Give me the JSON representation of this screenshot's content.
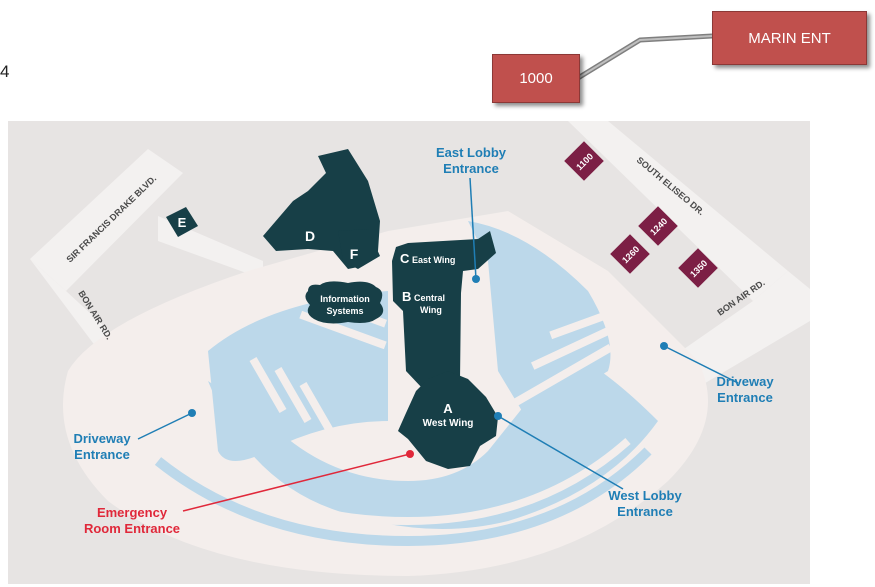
{
  "page_number": "4",
  "callouts": {
    "marin_ent": "MARIN ENT",
    "building_1000": "1000"
  },
  "colors": {
    "callout": "#c0504d",
    "building_dark": "#173f47",
    "building_offsite": "#7c1f45",
    "parking_blue": "#bcd8ea",
    "road_light": "#f3f1f0",
    "background": "#e7e4e3",
    "label_blue": "#1f7eb5",
    "label_red": "#e0283a"
  },
  "map": {
    "roads": {
      "sir_francis_drake": "SIR FRANCIS DRAKE BLVD.",
      "bon_air_left": "BON AIR RD.",
      "bon_air_right": "BON AIR RD.",
      "south_eliseo": "SOUTH ELISEO DR."
    },
    "buildings": {
      "d": "D",
      "e": "E",
      "f": "F",
      "c_letter": "C",
      "c_name": "East Wing",
      "b_letter": "B",
      "b_name_1": "Central",
      "b_name_2": "Wing",
      "a_letter": "A",
      "a_name": "West Wing",
      "info_1": "Information",
      "info_2": "Systems",
      "b1100": "1100",
      "b1240": "1240",
      "b1260": "1260",
      "b1350": "1350"
    },
    "entrances": {
      "east_lobby_1": "East Lobby",
      "east_lobby_2": "Entrance",
      "driveway_right_1": "Driveway",
      "driveway_right_2": "Entrance",
      "driveway_left_1": "Driveway",
      "driveway_left_2": "Entrance",
      "west_lobby_1": "West Lobby",
      "west_lobby_2": "Entrance",
      "er_1": "Emergency",
      "er_2": "Room Entrance"
    }
  }
}
